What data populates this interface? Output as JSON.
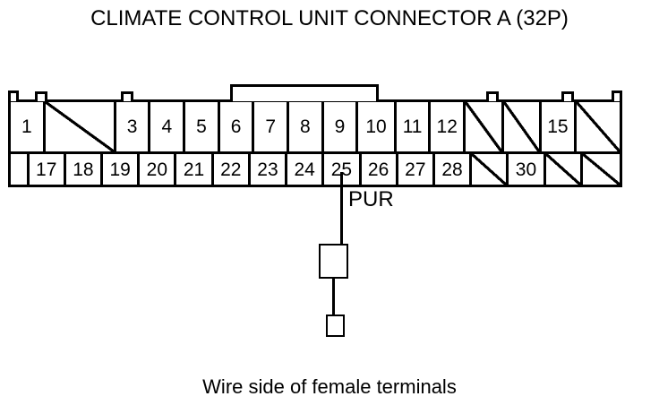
{
  "title": "CLIMATE CONTROL UNIT CONNECTOR A (32P)",
  "caption": "Wire side of female terminals",
  "connector": {
    "pin_count_label": "32P",
    "top_row": [
      {
        "label": "1",
        "blank": false
      },
      {
        "label": "",
        "blank": true
      },
      {
        "label": "3",
        "blank": false
      },
      {
        "label": "4",
        "blank": false
      },
      {
        "label": "5",
        "blank": false
      },
      {
        "label": "6",
        "blank": false
      },
      {
        "label": "7",
        "blank": false
      },
      {
        "label": "8",
        "blank": false
      },
      {
        "label": "9",
        "blank": false
      },
      {
        "label": "10",
        "blank": false
      },
      {
        "label": "11",
        "blank": false
      },
      {
        "label": "12",
        "blank": false
      },
      {
        "label": "",
        "blank": true
      },
      {
        "label": "",
        "blank": true
      },
      {
        "label": "15",
        "blank": false
      },
      {
        "label": "",
        "blank": true
      }
    ],
    "bottom_row": [
      {
        "label": "",
        "blank": false
      },
      {
        "label": "17",
        "blank": false
      },
      {
        "label": "18",
        "blank": false
      },
      {
        "label": "19",
        "blank": false
      },
      {
        "label": "20",
        "blank": false
      },
      {
        "label": "21",
        "blank": false
      },
      {
        "label": "22",
        "blank": false
      },
      {
        "label": "23",
        "blank": false
      },
      {
        "label": "24",
        "blank": false
      },
      {
        "label": "25",
        "blank": false
      },
      {
        "label": "26",
        "blank": false
      },
      {
        "label": "27",
        "blank": false
      },
      {
        "label": "28",
        "blank": false
      },
      {
        "label": "",
        "blank": true
      },
      {
        "label": "30",
        "blank": false
      },
      {
        "label": "",
        "blank": true
      },
      {
        "label": "",
        "blank": true
      }
    ]
  },
  "wire": {
    "color_code": "PUR",
    "source_pin": "25"
  },
  "colors": {
    "line": "#000000",
    "background": "#ffffff"
  }
}
